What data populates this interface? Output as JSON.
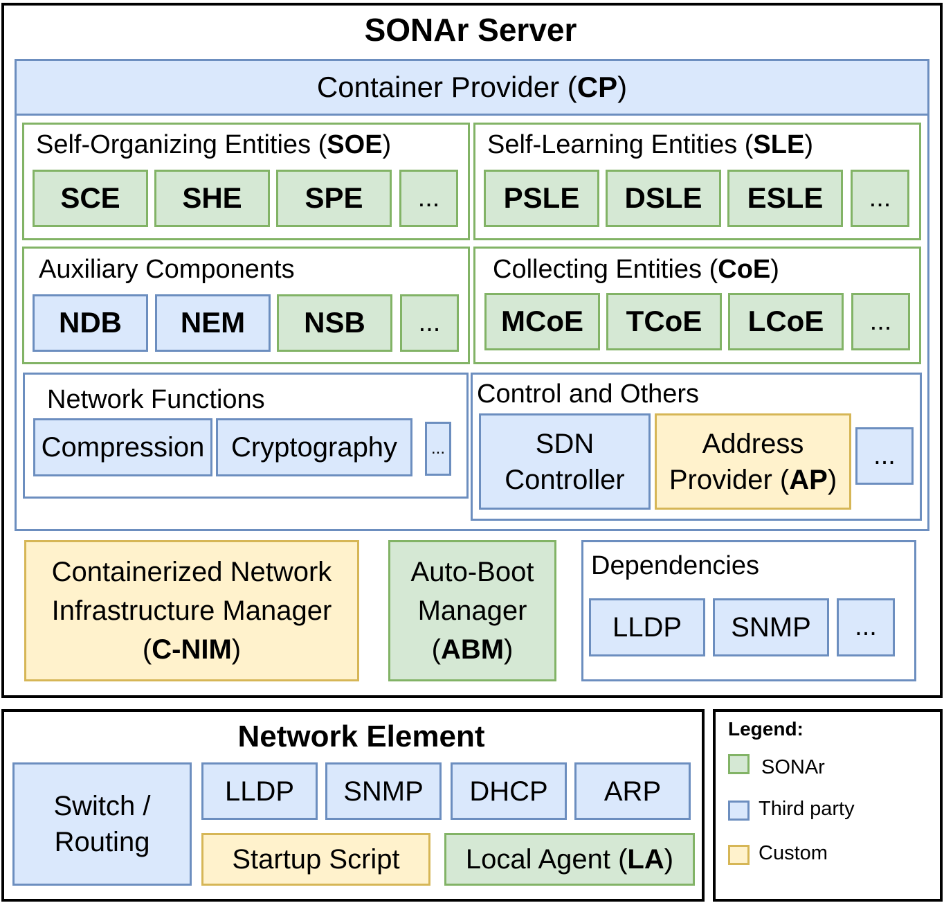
{
  "server": {
    "title": "SONAr Server",
    "container_provider": {
      "label": "Container Provider (",
      "abbr": "CP",
      "close": ")"
    },
    "soe": {
      "title": "Self-Organizing Entities (",
      "abbr": "SOE",
      "close": ")",
      "items": [
        "SCE",
        "SHE",
        "SPE",
        "..."
      ]
    },
    "sle": {
      "title": "Self-Learning Entities (",
      "abbr": "SLE",
      "close": ")",
      "items": [
        "PSLE",
        "DSLE",
        "ESLE",
        "..."
      ]
    },
    "aux": {
      "title": "Auxiliary Components",
      "items": [
        "NDB",
        "NEM",
        "NSB",
        "..."
      ]
    },
    "coe": {
      "title": "Collecting Entities (",
      "abbr": "CoE",
      "close": ")",
      "items": [
        "MCoE",
        "TCoE",
        "LCoE",
        "..."
      ]
    },
    "nf": {
      "title": "Network Functions",
      "items": [
        "Compression",
        "Cryptography",
        "..."
      ]
    },
    "control": {
      "title": "Control and Others",
      "sdn_line1": "SDN",
      "sdn_line2": "Controller",
      "ap_line1": "Address",
      "ap_line2": "Provider (",
      "ap_abbr": "AP",
      "ap_close": ")",
      "more": "..."
    },
    "cnim": {
      "line1": "Containerized Network",
      "line2": "Infrastructure Manager",
      "open": "(",
      "abbr": "C-NIM",
      "close": ")"
    },
    "abm": {
      "line1": "Auto-Boot",
      "line2": "Manager",
      "open": "(",
      "abbr": "ABM",
      "close": ")"
    },
    "deps": {
      "title": "Dependencies",
      "items": [
        "LLDP",
        "SNMP",
        "..."
      ]
    }
  },
  "network_element": {
    "title": "Network Element",
    "switch_line1": "Switch /",
    "switch_line2": "Routing",
    "protocols": [
      "LLDP",
      "SNMP",
      "DHCP",
      "ARP"
    ],
    "startup_script": "Startup Script",
    "local_agent": {
      "label": "Local Agent (",
      "abbr": "LA",
      "close": ")"
    }
  },
  "legend": {
    "title": "Legend:",
    "items": [
      {
        "label": "SONAr",
        "color": "#d5e8d4",
        "border": "#82b366"
      },
      {
        "label": "Third party",
        "color": "#dae8fc",
        "border": "#6c8ebf"
      },
      {
        "label": "Custom",
        "color": "#fff2cc",
        "border": "#d6b656"
      }
    ]
  }
}
